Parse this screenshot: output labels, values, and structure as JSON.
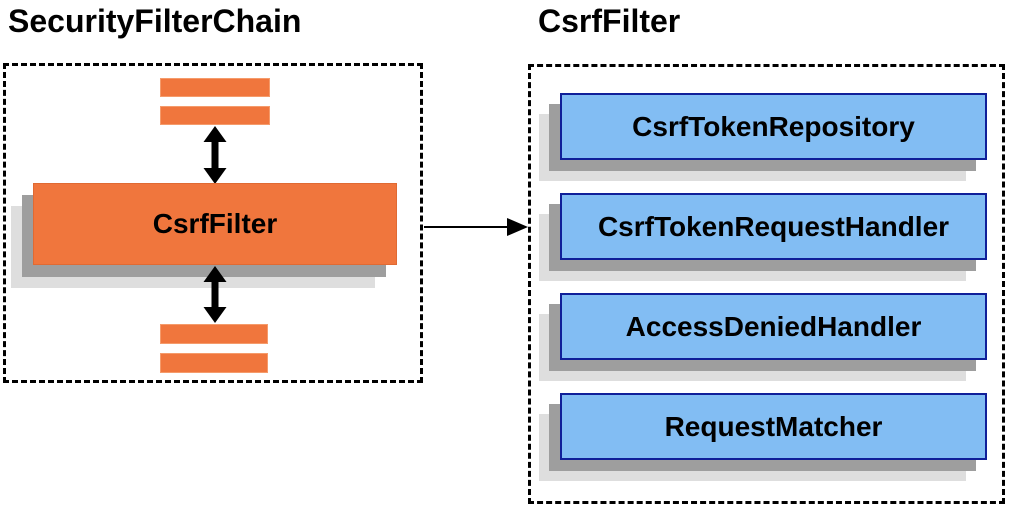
{
  "left_panel": {
    "title": "SecurityFilterChain",
    "filter_box_label": "CsrfFilter",
    "placeholder_bars": [
      "other-filter-top-1",
      "other-filter-top-2",
      "other-filter-bottom-1",
      "other-filter-bottom-2"
    ]
  },
  "right_panel": {
    "title": "CsrfFilter",
    "components": [
      {
        "label": "CsrfTokenRepository"
      },
      {
        "label": "CsrfTokenRequestHandler"
      },
      {
        "label": "AccessDeniedHandler"
      },
      {
        "label": "RequestMatcher"
      }
    ]
  },
  "connections": {
    "left_flow": "bidirectional-vertical",
    "cross_link": "csrf-filter-to-csrf-filter-detail"
  },
  "colors": {
    "orange_fill": "#F0763D",
    "orange_border": "#E06A33",
    "blue_fill": "#82BDF3",
    "blue_border": "#101F99",
    "shadow_dark": "#9E9E9E",
    "shadow_light": "#DEDEDE",
    "dashed_border": "#000000",
    "text": "#000000",
    "background": "#FFFFFF"
  }
}
